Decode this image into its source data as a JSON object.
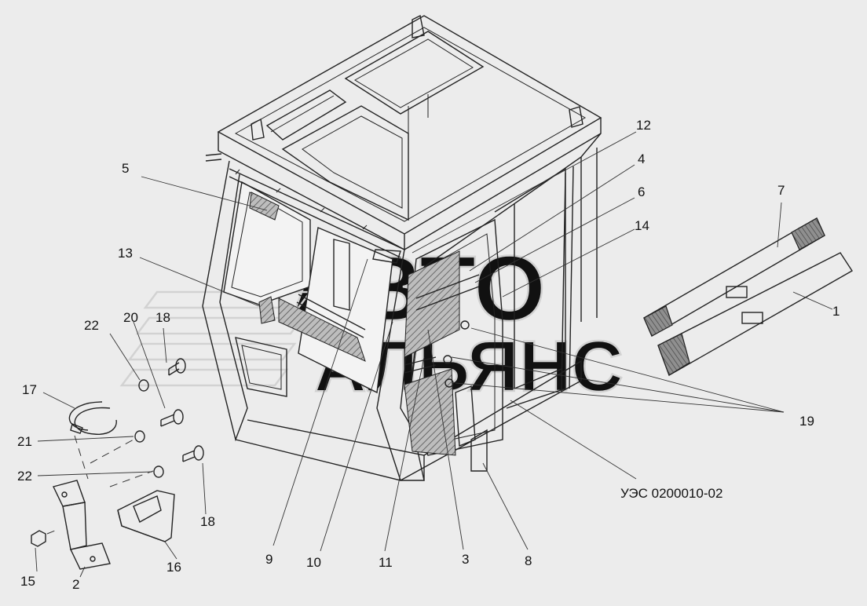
{
  "watermark": {
    "line1": "АВТО",
    "line2": "АЛЬЯНС"
  },
  "diagram": {
    "assembly_code": "УЭС 0200010-02",
    "callouts": [
      "12",
      "4",
      "6",
      "14",
      "7",
      "1",
      "5",
      "13",
      "22",
      "20",
      "18",
      "17",
      "21",
      "22",
      "18",
      "15",
      "2",
      "16",
      "9",
      "10",
      "11",
      "3",
      "8",
      "19"
    ]
  }
}
